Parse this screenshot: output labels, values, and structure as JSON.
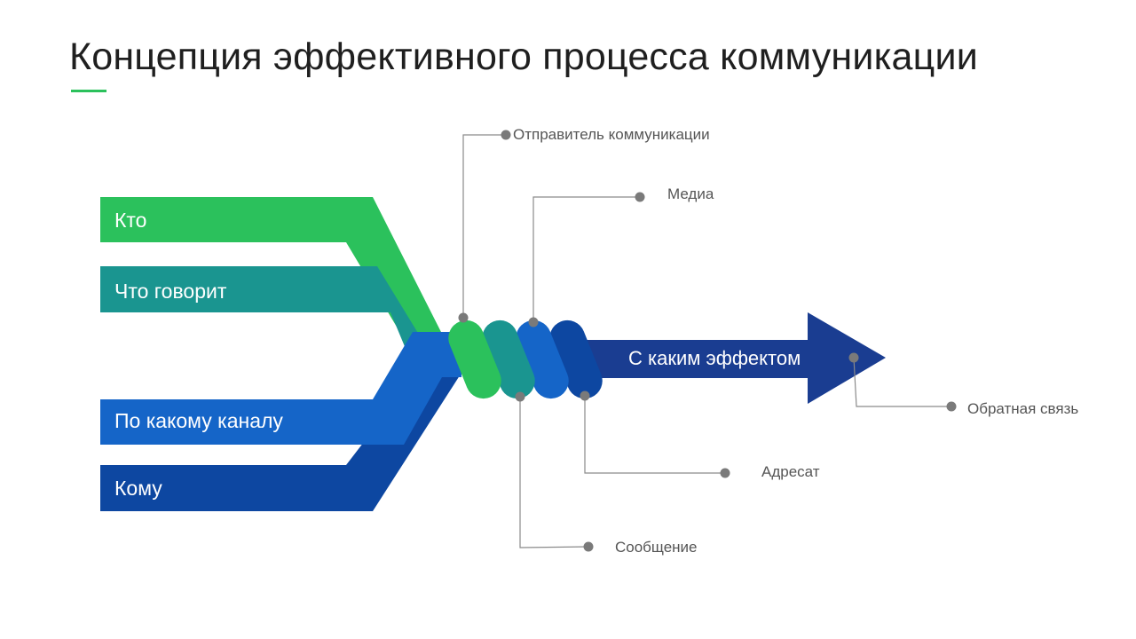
{
  "title": "Концепция эффективного процесса коммуникации",
  "colors": {
    "accent": "#2bc15c",
    "green": "#2bc15c",
    "teal": "#1a9590",
    "blue": "#1565c8",
    "navy": "#0d47a1",
    "arrow": "#1a3d91",
    "callout_line": "#8a8a8a",
    "callout_dot": "#7a7a7a"
  },
  "bands": [
    {
      "label": "Кто"
    },
    {
      "label": "Что говорит"
    },
    {
      "label": "По какому каналу"
    },
    {
      "label": "Кому"
    }
  ],
  "arrow": {
    "label": "С каким эффектом"
  },
  "callouts": [
    {
      "label": "Отправитель коммуникации"
    },
    {
      "label": "Медиа"
    },
    {
      "label": "Обратная связь"
    },
    {
      "label": "Адресат"
    },
    {
      "label": "Сообщение"
    }
  ]
}
